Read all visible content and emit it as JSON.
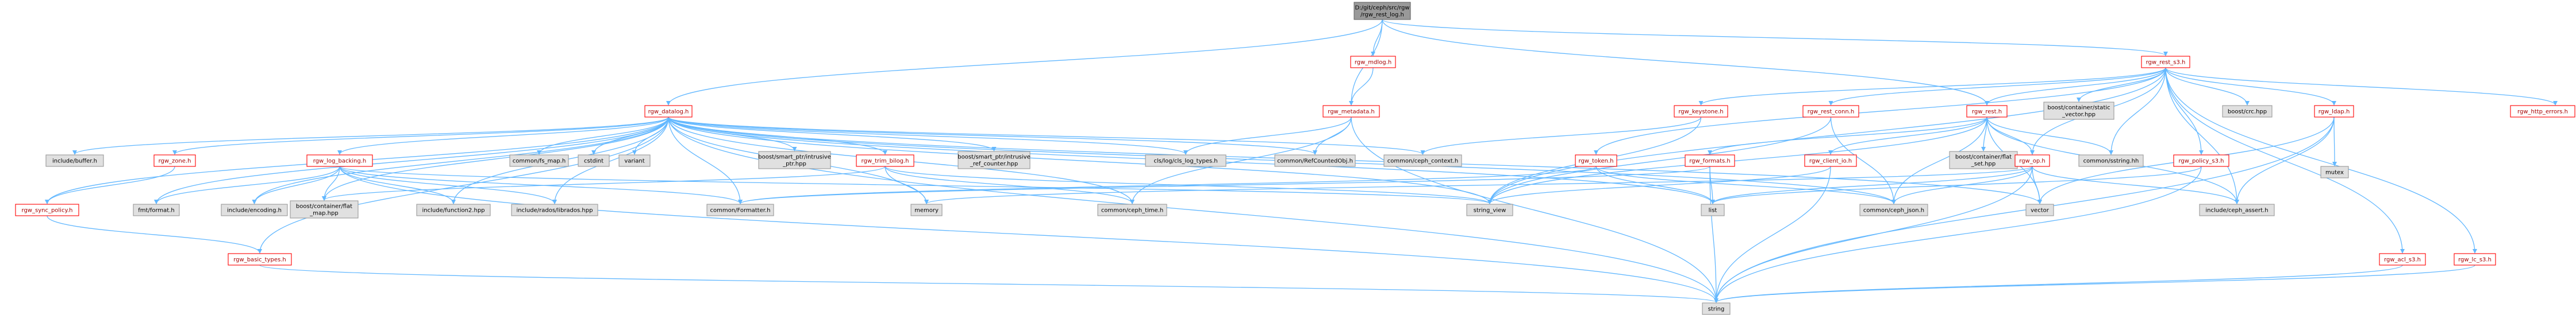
{
  "diagram": {
    "type": "include-dependency-graph",
    "colors": {
      "edge": "#63b8ff",
      "root_fill": "#999999",
      "local_border": "#ff0000",
      "system_fill": "#e0e0e0"
    },
    "nodes": [
      {
        "id": "root",
        "label": [
          "D:/git/ceph/src/rgw",
          "/rgw_rest_log.h"
        ],
        "kind": "root"
      },
      {
        "id": "rgw_mdlog_h",
        "label": [
          "rgw_mdlog.h"
        ],
        "kind": "local"
      },
      {
        "id": "rgw_rest_s3_h",
        "label": [
          "rgw_rest_s3.h"
        ],
        "kind": "local"
      },
      {
        "id": "rgw_datalog_h",
        "label": [
          "rgw_datalog.h"
        ],
        "kind": "local"
      },
      {
        "id": "rgw_metadata_h",
        "label": [
          "rgw_metadata.h"
        ],
        "kind": "local"
      },
      {
        "id": "rgw_keystone_h",
        "label": [
          "rgw_keystone.h"
        ],
        "kind": "local"
      },
      {
        "id": "rgw_rest_conn_h",
        "label": [
          "rgw_rest_conn.h"
        ],
        "kind": "local"
      },
      {
        "id": "rgw_rest_h",
        "label": [
          "rgw_rest.h"
        ],
        "kind": "local"
      },
      {
        "id": "boost_container_static_vector",
        "label": [
          "boost/container/static",
          "_vector.hpp"
        ],
        "kind": "sys"
      },
      {
        "id": "boost_crc",
        "label": [
          "boost/crc.hpp"
        ],
        "kind": "sys"
      },
      {
        "id": "rgw_ldap_h",
        "label": [
          "rgw_ldap.h"
        ],
        "kind": "local"
      },
      {
        "id": "rgw_http_errors_h",
        "label": [
          "rgw_http_errors.h"
        ],
        "kind": "local"
      },
      {
        "id": "include_buffer_h",
        "label": [
          "include/buffer.h"
        ],
        "kind": "sys"
      },
      {
        "id": "rgw_zone_h",
        "label": [
          "rgw_zone.h"
        ],
        "kind": "local"
      },
      {
        "id": "rgw_log_backing_h",
        "label": [
          "rgw_log_backing.h"
        ],
        "kind": "local"
      },
      {
        "id": "common_fs_map_h",
        "label": [
          "common/fs_map.h"
        ],
        "kind": "sys"
      },
      {
        "id": "cstdint",
        "label": [
          "cstdint"
        ],
        "kind": "sys"
      },
      {
        "id": "variant",
        "label": [
          "variant"
        ],
        "kind": "sys"
      },
      {
        "id": "boost_smart_ptr_intrusive_ptr",
        "label": [
          "boost/smart_ptr/intrusive",
          "_ptr.hpp"
        ],
        "kind": "sys"
      },
      {
        "id": "rgw_trim_bilog_h",
        "label": [
          "rgw_trim_bilog.h"
        ],
        "kind": "local"
      },
      {
        "id": "boost_smart_ptr_intrusive_ref_counter",
        "label": [
          "boost/smart_ptr/intrusive",
          "_ref_counter.hpp"
        ],
        "kind": "sys"
      },
      {
        "id": "cls_log_cls_log_types_h",
        "label": [
          "cls/log/cls_log_types.h"
        ],
        "kind": "sys"
      },
      {
        "id": "common_RefCountedObj_h",
        "label": [
          "common/RefCountedObj.h"
        ],
        "kind": "sys"
      },
      {
        "id": "common_ceph_context_h",
        "label": [
          "common/ceph_context.h"
        ],
        "kind": "sys"
      },
      {
        "id": "rgw_token_h",
        "label": [
          "rgw_token.h"
        ],
        "kind": "local"
      },
      {
        "id": "rgw_formats_h",
        "label": [
          "rgw_formats.h"
        ],
        "kind": "local"
      },
      {
        "id": "rgw_client_io_h",
        "label": [
          "rgw_client_io.h"
        ],
        "kind": "local"
      },
      {
        "id": "boost_container_flat_set",
        "label": [
          "boost/container/flat",
          "_set.hpp"
        ],
        "kind": "sys"
      },
      {
        "id": "rgw_op_h",
        "label": [
          "rgw_op.h"
        ],
        "kind": "local"
      },
      {
        "id": "common_sstring_hh",
        "label": [
          "common/sstring.hh"
        ],
        "kind": "sys"
      },
      {
        "id": "rgw_policy_s3_h",
        "label": [
          "rgw_policy_s3.h"
        ],
        "kind": "local"
      },
      {
        "id": "mutex",
        "label": [
          "mutex"
        ],
        "kind": "sys"
      },
      {
        "id": "rgw_sync_policy_h",
        "label": [
          "rgw_sync_policy.h"
        ],
        "kind": "local"
      },
      {
        "id": "fmt_format_h",
        "label": [
          "fmt/format.h"
        ],
        "kind": "sys"
      },
      {
        "id": "include_encoding_h",
        "label": [
          "include/encoding.h"
        ],
        "kind": "sys"
      },
      {
        "id": "boost_container_flat_map",
        "label": [
          "boost/container/flat",
          "_map.hpp"
        ],
        "kind": "sys"
      },
      {
        "id": "include_function2_hpp",
        "label": [
          "include/function2.hpp"
        ],
        "kind": "sys"
      },
      {
        "id": "include_rados_librados_hpp",
        "label": [
          "include/rados/librados.hpp"
        ],
        "kind": "sys"
      },
      {
        "id": "memory",
        "label": [
          "memory"
        ],
        "kind": "sys"
      },
      {
        "id": "common_Formatter_h",
        "label": [
          "common/Formatter.h"
        ],
        "kind": "sys"
      },
      {
        "id": "common_ceph_time_h",
        "label": [
          "common/ceph_time.h"
        ],
        "kind": "sys"
      },
      {
        "id": "string_view",
        "label": [
          "string_view"
        ],
        "kind": "sys"
      },
      {
        "id": "list",
        "label": [
          "list"
        ],
        "kind": "sys"
      },
      {
        "id": "common_ceph_json_h",
        "label": [
          "common/ceph_json.h"
        ],
        "kind": "sys"
      },
      {
        "id": "vector",
        "label": [
          "vector"
        ],
        "kind": "sys"
      },
      {
        "id": "include_ceph_assert_h",
        "label": [
          "include/ceph_assert.h"
        ],
        "kind": "sys"
      },
      {
        "id": "rgw_basic_types_h",
        "label": [
          "rgw_basic_types.h"
        ],
        "kind": "local"
      },
      {
        "id": "rgw_acl_s3_h",
        "label": [
          "rgw_acl_s3.h"
        ],
        "kind": "local"
      },
      {
        "id": "rgw_tc_s3_h",
        "label": [
          "rgw_lc_s3.h"
        ],
        "kind": "local"
      },
      {
        "id": "string",
        "label": [
          "string"
        ],
        "kind": "sys"
      }
    ],
    "edges": [
      [
        "root",
        "rgw_mdlog_h"
      ],
      [
        "root",
        "rgw_rest_s3_h"
      ],
      [
        "root",
        "rgw_datalog_h"
      ],
      [
        "root",
        "rgw_metadata_h"
      ],
      [
        "root",
        "rgw_rest_h"
      ],
      [
        "rgw_mdlog_h",
        "rgw_metadata_h"
      ],
      [
        "rgw_metadata_h",
        "cls_log_cls_log_types_h"
      ],
      [
        "rgw_metadata_h",
        "common_RefCountedObj_h"
      ],
      [
        "rgw_metadata_h",
        "common_ceph_time_h"
      ],
      [
        "rgw_metadata_h",
        "string"
      ],
      [
        "rgw_datalog_h",
        "include_buffer_h"
      ],
      [
        "rgw_datalog_h",
        "rgw_zone_h"
      ],
      [
        "rgw_datalog_h",
        "rgw_log_backing_h"
      ],
      [
        "rgw_datalog_h",
        "common_fs_map_h"
      ],
      [
        "rgw_datalog_h",
        "cstdint"
      ],
      [
        "rgw_datalog_h",
        "variant"
      ],
      [
        "rgw_datalog_h",
        "boost_smart_ptr_intrusive_ptr"
      ],
      [
        "rgw_datalog_h",
        "rgw_trim_bilog_h"
      ],
      [
        "rgw_datalog_h",
        "boost_smart_ptr_intrusive_ref_counter"
      ],
      [
        "rgw_datalog_h",
        "cls_log_cls_log_types_h"
      ],
      [
        "rgw_datalog_h",
        "common_RefCountedObj_h"
      ],
      [
        "rgw_datalog_h",
        "common_ceph_context_h"
      ],
      [
        "rgw_datalog_h",
        "include_encoding_h"
      ],
      [
        "rgw_datalog_h",
        "boost_container_flat_map"
      ],
      [
        "rgw_datalog_h",
        "include_function2_hpp"
      ],
      [
        "rgw_datalog_h",
        "include_rados_librados_hpp"
      ],
      [
        "rgw_datalog_h",
        "memory"
      ],
      [
        "rgw_datalog_h",
        "common_Formatter_h"
      ],
      [
        "rgw_datalog_h",
        "common_ceph_time_h"
      ],
      [
        "rgw_datalog_h",
        "string_view"
      ],
      [
        "rgw_datalog_h",
        "list"
      ],
      [
        "rgw_datalog_h",
        "common_ceph_json_h"
      ],
      [
        "rgw_datalog_h",
        "vector"
      ],
      [
        "rgw_datalog_h",
        "rgw_sync_policy_h"
      ],
      [
        "rgw_datalog_h",
        "rgw_basic_types_h"
      ],
      [
        "rgw_datalog_h",
        "string"
      ],
      [
        "rgw_datalog_h",
        "fmt_format_h"
      ],
      [
        "rgw_zone_h",
        "rgw_sync_policy_h"
      ],
      [
        "rgw_sync_policy_h",
        "rgw_basic_types_h"
      ],
      [
        "rgw_basic_types_h",
        "string"
      ],
      [
        "rgw_log_backing_h",
        "fmt_format_h"
      ],
      [
        "rgw_log_backing_h",
        "include_encoding_h"
      ],
      [
        "rgw_log_backing_h",
        "boost_container_flat_map"
      ],
      [
        "rgw_log_backing_h",
        "include_function2_hpp"
      ],
      [
        "rgw_log_backing_h",
        "include_rados_librados_hpp"
      ],
      [
        "rgw_log_backing_h",
        "common_Formatter_h"
      ],
      [
        "rgw_log_backing_h",
        "string"
      ],
      [
        "rgw_log_backing_h",
        "string_view"
      ],
      [
        "rgw_trim_bilog_h",
        "memory"
      ],
      [
        "rgw_trim_bilog_h",
        "string_view"
      ],
      [
        "rgw_trim_bilog_h",
        "common_ceph_time_h"
      ],
      [
        "rgw_trim_bilog_h",
        "boost_container_flat_map"
      ],
      [
        "rgw_rest_s3_h",
        "rgw_keystone_h"
      ],
      [
        "rgw_rest_s3_h",
        "rgw_rest_conn_h"
      ],
      [
        "rgw_rest_s3_h",
        "rgw_rest_h"
      ],
      [
        "rgw_rest_s3_h",
        "boost_container_static_vector"
      ],
      [
        "rgw_rest_s3_h",
        "boost_crc"
      ],
      [
        "rgw_rest_s3_h",
        "rgw_ldap_h"
      ],
      [
        "rgw_rest_s3_h",
        "rgw_http_errors_h"
      ],
      [
        "rgw_rest_s3_h",
        "rgw_token_h"
      ],
      [
        "rgw_rest_s3_h",
        "rgw_op_h"
      ],
      [
        "rgw_rest_s3_h",
        "common_sstring_hh"
      ],
      [
        "rgw_rest_s3_h",
        "rgw_policy_s3_h"
      ],
      [
        "rgw_rest_s3_h",
        "rgw_acl_s3_h"
      ],
      [
        "rgw_rest_s3_h",
        "rgw_tc_s3_h"
      ],
      [
        "rgw_rest_s3_h",
        "string_view"
      ],
      [
        "rgw_rest_s3_h",
        "include_ceph_assert_h"
      ],
      [
        "rgw_rest_conn_h",
        "common_ceph_json_h"
      ],
      [
        "rgw_rest_conn_h",
        "string_view"
      ],
      [
        "rgw_rest_h",
        "rgw_formats_h"
      ],
      [
        "rgw_rest_h",
        "rgw_client_io_h"
      ],
      [
        "rgw_rest_h",
        "boost_container_flat_set"
      ],
      [
        "rgw_rest_h",
        "rgw_op_h"
      ],
      [
        "rgw_rest_h",
        "common_sstring_hh"
      ],
      [
        "rgw_rest_h",
        "include_ceph_assert_h"
      ],
      [
        "rgw_rest_h",
        "common_ceph_json_h"
      ],
      [
        "rgw_rest_h",
        "string_view"
      ],
      [
        "rgw_rest_h",
        "vector"
      ],
      [
        "rgw_formats_h",
        "common_Formatter_h"
      ],
      [
        "rgw_formats_h",
        "list"
      ],
      [
        "rgw_formats_h",
        "string"
      ],
      [
        "rgw_client_io_h",
        "string"
      ],
      [
        "rgw_client_io_h",
        "string_view"
      ],
      [
        "rgw_op_h",
        "common_ceph_json_h"
      ],
      [
        "rgw_op_h",
        "vector"
      ],
      [
        "rgw_op_h",
        "memory"
      ],
      [
        "rgw_op_h",
        "string"
      ],
      [
        "rgw_op_h",
        "include_ceph_assert_h"
      ],
      [
        "rgw_op_h",
        "list"
      ],
      [
        "rgw_ldap_h",
        "mutex"
      ],
      [
        "rgw_ldap_h",
        "include_ceph_assert_h"
      ],
      [
        "rgw_ldap_h",
        "string"
      ],
      [
        "rgw_ldap_h",
        "vector"
      ],
      [
        "rgw_token_h",
        "list"
      ],
      [
        "rgw_token_h",
        "common_ceph_json_h"
      ],
      [
        "rgw_token_h",
        "common_Formatter_h"
      ],
      [
        "rgw_policy_s3_h",
        "list"
      ],
      [
        "rgw_policy_s3_h",
        "string"
      ],
      [
        "rgw_keystone_h",
        "string_view"
      ],
      [
        "rgw_keystone_h",
        "common_ceph_context_h"
      ],
      [
        "rgw_acl_s3_h",
        "string"
      ],
      [
        "rgw_tc_s3_h",
        "string"
      ]
    ]
  }
}
